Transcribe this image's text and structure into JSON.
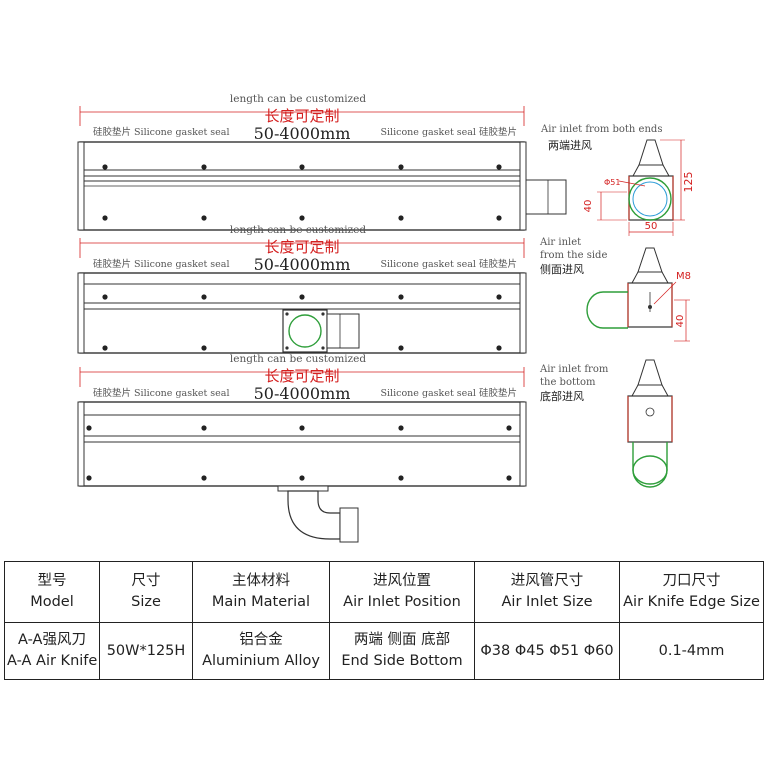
{
  "drawings": [
    {
      "length_en": "length can be customized",
      "length_cn": "长度可定制",
      "length_range": "50-4000mm",
      "gasket_left": "硅胶垫片 Silicone gasket seal",
      "gasket_right": "Silicone gasket seal 硅胶垫片",
      "side_label_en": [
        "Air inlet from both ends"
      ],
      "side_label_cn": "两端进风",
      "dims": [
        "125",
        "40",
        "50",
        "Φ51"
      ]
    },
    {
      "length_en": "length can be customized",
      "length_cn": "长度可定制",
      "length_range": "50-4000mm",
      "gasket_left": "硅胶垫片 Silicone gasket seal",
      "gasket_right": "Silicone gasket seal 硅胶垫片",
      "side_label_en": [
        "Air inlet",
        "from the side"
      ],
      "side_label_cn": "侧面进风",
      "dims": [
        "M8",
        "40"
      ]
    },
    {
      "length_en": "length can be customized",
      "length_cn": "长度可定制",
      "length_range": "50-4000mm",
      "gasket_left": "硅胶垫片 Silicone gasket seal",
      "gasket_right": "Silicone gasket seal 硅胶垫片",
      "side_label_en": [
        "Air inlet from",
        "the bottom"
      ],
      "side_label_cn": "底部进风",
      "dims": []
    }
  ],
  "table": {
    "headers": [
      {
        "cn": "型号",
        "en": "Model"
      },
      {
        "cn": "尺寸",
        "en": "Size"
      },
      {
        "cn": "主体材料",
        "en": "Main Material"
      },
      {
        "cn": "进风位置",
        "en": "Air Inlet Position"
      },
      {
        "cn": "进风管尺寸",
        "en": "Air Inlet Size"
      },
      {
        "cn": "刀口尺寸",
        "en": "Air Knife Edge Size"
      }
    ],
    "row": [
      {
        "l1": "A-A强风刀",
        "l2": "A-A Air Knife"
      },
      {
        "l1": "50W*125H",
        "l2": ""
      },
      {
        "l1": "铝合金",
        "l2": "Aluminium Alloy"
      },
      {
        "l1": "两端 侧面 底部",
        "l2": "End Side Bottom"
      },
      {
        "l1": "Φ38 Φ45 Φ51 Φ60",
        "l2": ""
      },
      {
        "l1": "0.1-4mm",
        "l2": ""
      }
    ]
  },
  "colors": {
    "annotation": "#d42020",
    "outline": "#333333",
    "inlet": "#2e9e3a",
    "text": "#555555"
  }
}
